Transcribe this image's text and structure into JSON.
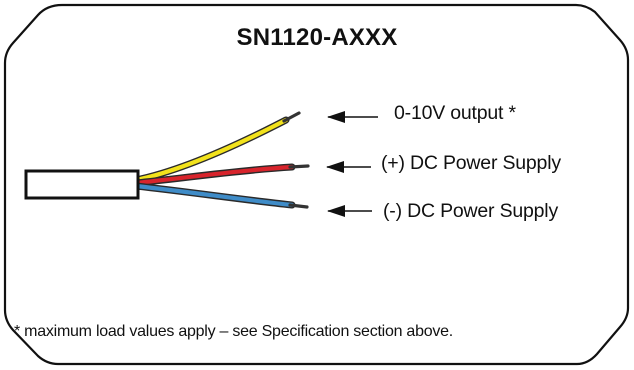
{
  "title": "SN1120-AXXX",
  "wires": [
    {
      "label": "0-10V output *",
      "color": "#f2e21c"
    },
    {
      "label": "(+) DC Power Supply",
      "color": "#d8242c"
    },
    {
      "label": "(-)  DC Power Supply",
      "color": "#3f8cc8"
    }
  ],
  "footnote": "* maximum load values apply – see Specification section above.",
  "colors": {
    "outline": "#111111",
    "sensor_body": "#ffffff",
    "wire_tip": "#333333"
  },
  "icons": [
    "left-arrow-icon",
    "left-arrow-icon",
    "left-arrow-icon"
  ]
}
